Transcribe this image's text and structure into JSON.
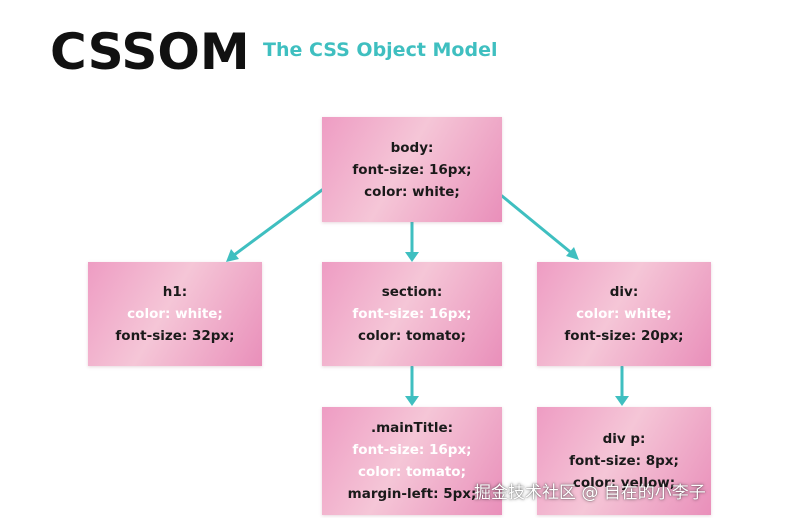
{
  "header": {
    "title": "CSSOM",
    "subtitle": "The CSS Object Model"
  },
  "colors": {
    "arrow": "#3fbfc0",
    "node_text_dark": "#1a1a1a",
    "node_text_light": "#ffffff",
    "subtitle": "#3fbfc0"
  },
  "nodes": {
    "body": {
      "lines": [
        "body:",
        "font-size: 16px;",
        "color: white;"
      ]
    },
    "h1": {
      "lines": [
        "h1:",
        "color: white;",
        "font-size: 32px;"
      ]
    },
    "section": {
      "lines": [
        "section:",
        "font-size: 16px;",
        "color: tomato;"
      ]
    },
    "div": {
      "lines": [
        "div:",
        "color: white;",
        "font-size: 20px;"
      ]
    },
    "main_title": {
      "lines": [
        ".mainTitle:",
        "font-size: 16px;",
        "color: tomato;",
        "margin-left: 5px;"
      ]
    },
    "div_p": {
      "lines": [
        "div p:",
        "font-size:  8px;",
        "color: yellow;"
      ]
    }
  },
  "watermark": "掘金技术社区 @ 自在的小李子"
}
